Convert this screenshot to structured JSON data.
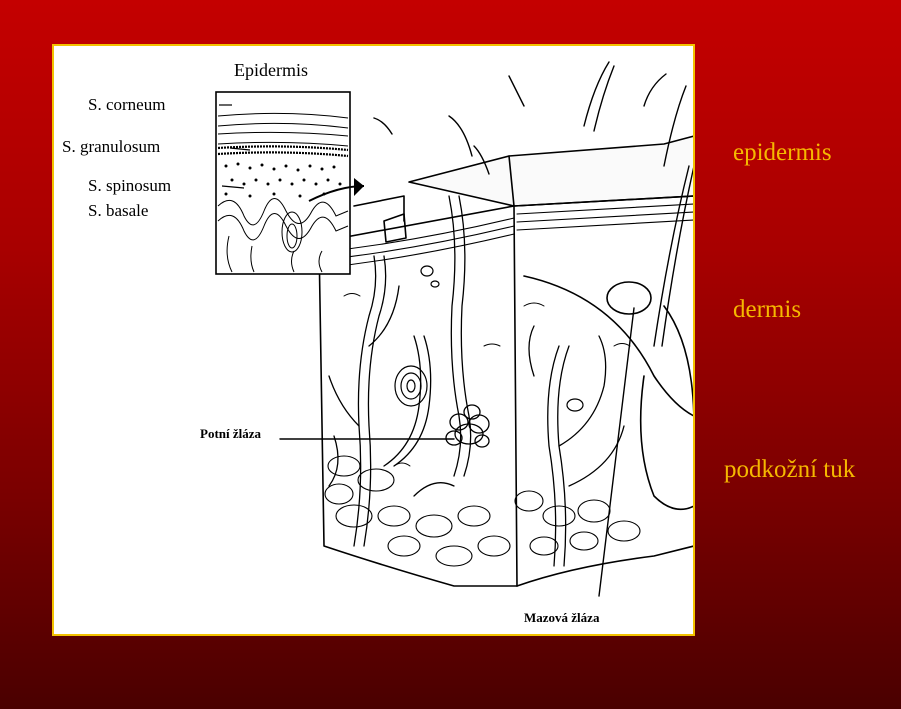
{
  "colors": {
    "background_top": "#c40000",
    "background_bottom": "#4a0000",
    "frame_border": "#f2c200",
    "label_color": "#f5b800"
  },
  "inset": {
    "title": "Epidermis",
    "layers": [
      "S. corneum",
      "S. granulosum",
      "S. spinosum",
      "S. basale"
    ]
  },
  "callouts": {
    "sweat_gland": "Potní žláza",
    "sebaceous_gland": "Mazová žláza"
  },
  "side_labels": {
    "epidermis": "epidermis",
    "dermis": "dermis",
    "subcutaneous_fat": "podkožní tuk"
  }
}
